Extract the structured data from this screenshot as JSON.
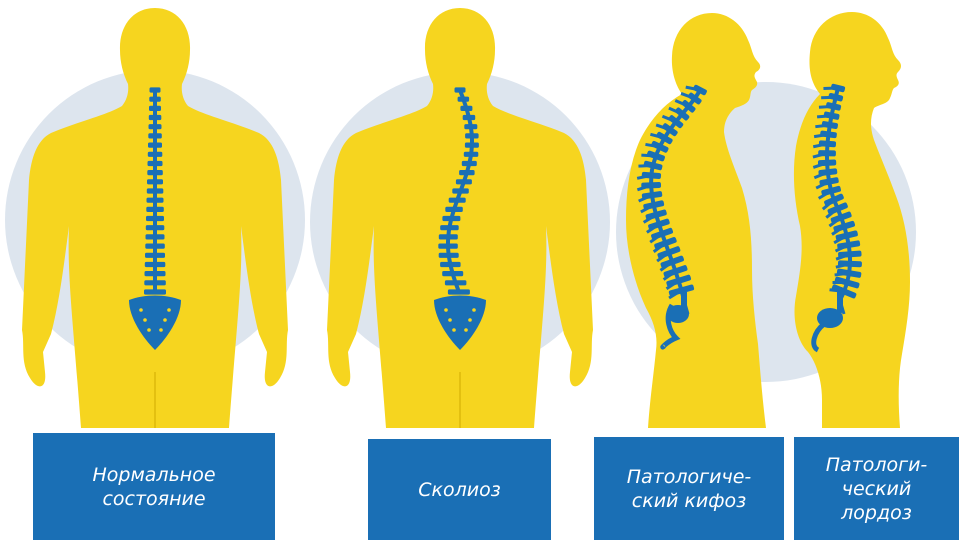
{
  "colors": {
    "body": "#f6d51f",
    "spine": "#1a6fb5",
    "circle": "#dde5ee",
    "label_bg": "#1a6fb5",
    "label_text": "#ffffff"
  },
  "figures": [
    {
      "id": "normal",
      "view": "back",
      "spine": "straight",
      "label": "Нормальное\nсостояние"
    },
    {
      "id": "scoliosis",
      "view": "back",
      "spine": "scoliosis",
      "label": "Сколиоз"
    },
    {
      "id": "kyphosis",
      "view": "side",
      "spine": "kyphosis",
      "label": "Патологиче-\nский кифоз"
    },
    {
      "id": "lordosis",
      "view": "side",
      "spine": "lordosis",
      "label": "Патологи-\nческий\nлордоз"
    }
  ]
}
